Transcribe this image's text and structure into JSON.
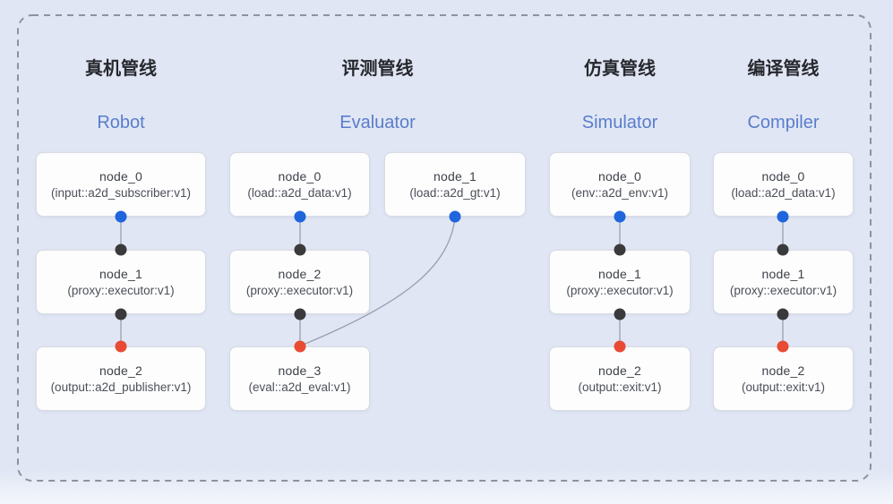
{
  "diagram": {
    "description": "Four node-pipeline diagrams inside a dashed rounded container",
    "pipelines": [
      {
        "zh": "真机管线",
        "en": "Robot",
        "nodes": [
          {
            "title": "node_0",
            "subtitle": "(input::a2d_subscriber:v1)"
          },
          {
            "title": "node_1",
            "subtitle": "(proxy::executor:v1)"
          },
          {
            "title": "node_2",
            "subtitle": "(output::a2d_publisher:v1)"
          }
        ]
      },
      {
        "zh": "评测管线",
        "en": "Evaluator",
        "nodes": [
          {
            "title": "node_0",
            "subtitle": "(load::a2d_data:v1)"
          },
          {
            "title": "node_1",
            "subtitle": "(load::a2d_gt:v1)"
          },
          {
            "title": "node_2",
            "subtitle": "(proxy::executor:v1)"
          },
          {
            "title": "node_3",
            "subtitle": "(eval::a2d_eval:v1)"
          }
        ]
      },
      {
        "zh": "仿真管线",
        "en": "Simulator",
        "nodes": [
          {
            "title": "node_0",
            "subtitle": "(env::a2d_env:v1)"
          },
          {
            "title": "node_1",
            "subtitle": "(proxy::executor:v1)"
          },
          {
            "title": "node_2",
            "subtitle": "(output::exit:v1)"
          }
        ]
      },
      {
        "zh": "编译管线",
        "en": "Compiler",
        "nodes": [
          {
            "title": "node_0",
            "subtitle": "(load::a2d_data:v1)"
          },
          {
            "title": "node_1",
            "subtitle": "(proxy::executor:v1)"
          },
          {
            "title": "node_2",
            "subtitle": "(output::exit:v1)"
          }
        ]
      }
    ],
    "colors": {
      "background": "#e0e6f4",
      "accent_text_blue": "#5a7dcb",
      "port_start_blue": "#1f65db",
      "port_mid_black": "#3a3a3c",
      "port_end_red": "#e84a33",
      "edge_gray": "#98a0b0",
      "dashed_border_gray": "#8d939e",
      "box_fill": "#fdfdfe"
    }
  }
}
